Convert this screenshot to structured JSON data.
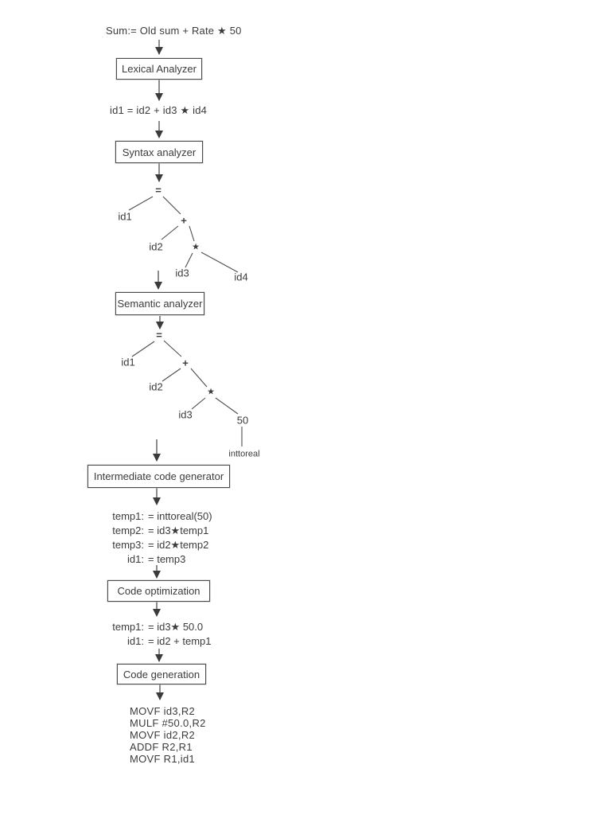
{
  "source_code": "Sum:= Old sum + Rate ★ 50",
  "token_stream": "id1 = id2 + id3 ★ id4",
  "stages": {
    "lexical": "Lexical Analyzer",
    "syntax": "Syntax analyzer",
    "semantic": "Semantic analyzer",
    "intermediate": "Intermediate code generator",
    "optimization": "Code optimization",
    "generation": "Code generation"
  },
  "syntax_tree": {
    "nodes": [
      {
        "label": "="
      },
      {
        "label": "id1"
      },
      {
        "label": "+"
      },
      {
        "label": "id2"
      },
      {
        "label": "★"
      },
      {
        "label": "id3"
      },
      {
        "label": "id4"
      }
    ]
  },
  "semantic_tree": {
    "nodes": [
      {
        "label": "="
      },
      {
        "label": "id1"
      },
      {
        "label": "+"
      },
      {
        "label": "id2"
      },
      {
        "label": "★"
      },
      {
        "label": "id3"
      },
      {
        "label": "50"
      },
      {
        "label": "inttoreal"
      }
    ]
  },
  "intermediate_code": {
    "lines": [
      {
        "label": "temp1:",
        "value": "= inttoreal(50)"
      },
      {
        "label": "temp2:",
        "value": "= id3★temp1"
      },
      {
        "label": "temp3:",
        "value": "= id2★temp2"
      },
      {
        "label": "id1:",
        "value": "= temp3"
      }
    ]
  },
  "optimized_code": {
    "lines": [
      {
        "label": "temp1:",
        "value": "= id3★ 50.0"
      },
      {
        "label": "id1:",
        "value": "= id2 + temp1"
      }
    ]
  },
  "machine_code": {
    "lines": [
      "MOVF id3,R2",
      "MULF #50.0,R2",
      "MOVF id2,R2",
      "ADDF R2,R1",
      "MOVF R1,id1"
    ]
  },
  "colors": {
    "text": "#3b3b3b",
    "line": "#4d4d4d",
    "background": "#ffffff"
  }
}
